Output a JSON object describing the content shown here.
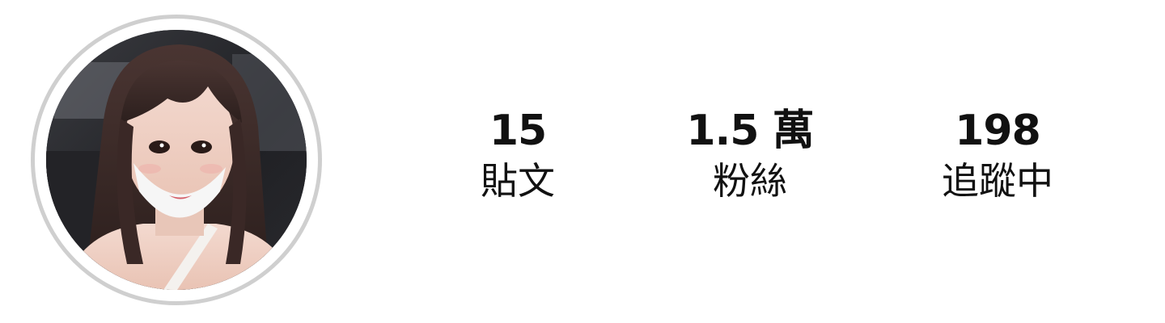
{
  "profile": {
    "avatar": {
      "alt": "",
      "ring_color": "#cfcfcf"
    },
    "stats": {
      "posts": {
        "count": "15",
        "label": "貼文"
      },
      "followers": {
        "count": "1.5 萬",
        "label": "粉絲"
      },
      "following": {
        "count": "198",
        "label": "追蹤中"
      }
    }
  }
}
